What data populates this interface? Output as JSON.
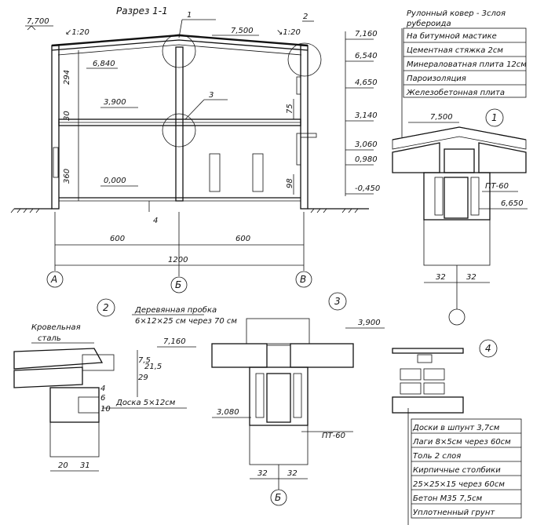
{
  "section_title": "Разрез 1-1",
  "main_section": {
    "levels": {
      "top_left": "7,700",
      "ridge": "7,500",
      "attic_left": "6,840",
      "floor2": "3,900",
      "floor1": "0,000"
    },
    "slopes": {
      "left": "1:20",
      "right": "1:20"
    },
    "heights": {
      "upper": "294",
      "slab": "30",
      "lower": "360",
      "h75": "75",
      "h98": "98"
    },
    "callouts": [
      "1",
      "2",
      "3",
      "4"
    ],
    "dimensions": {
      "left_span": "600",
      "right_span": "600",
      "total": "1200"
    },
    "axes": [
      "А",
      "Б",
      "В"
    ],
    "right_levels": [
      "7,160",
      "6,540",
      "4,650",
      "3,140",
      "3,060",
      "0,980",
      "-0,450"
    ]
  },
  "roof_layers": [
    "Рулонный ковер - 3слоя рубероида",
    "На битумной мастике",
    "Цементная стяжка 2см",
    "Минераловатная плита 12см",
    "Пароизоляция",
    "Железобетонная плита"
  ],
  "detail1": {
    "number": "1",
    "level": "7,500",
    "beam": "ПТ-60",
    "level2": "6,650",
    "dims": [
      "32",
      "32"
    ]
  },
  "detail2": {
    "number": "2",
    "labels": [
      "Деревянная пробка",
      "6×12×25 см через 70 см",
      "Кровельная",
      "сталь",
      "Доска 5×12см"
    ],
    "level": "7,160",
    "dims_v": [
      "7,5",
      "21,5",
      "29",
      "4",
      "6",
      "10"
    ],
    "dims_h": [
      "20",
      "31"
    ]
  },
  "detail3": {
    "number": "3",
    "level_top": "3,900",
    "level_left": "3,080",
    "beam": "ПТ-60",
    "dims": [
      "32",
      "32"
    ],
    "axis": "Б"
  },
  "detail4": {
    "number": "4",
    "layers": [
      "Доски в шпунт 3,7см",
      "Лаги 8×5см через 60см",
      "Толь 2 слоя",
      "Кирпичные столбики",
      "25×25×15 через 60см",
      "Бетон М35  7,5см",
      "Уплотненный грунт"
    ]
  }
}
